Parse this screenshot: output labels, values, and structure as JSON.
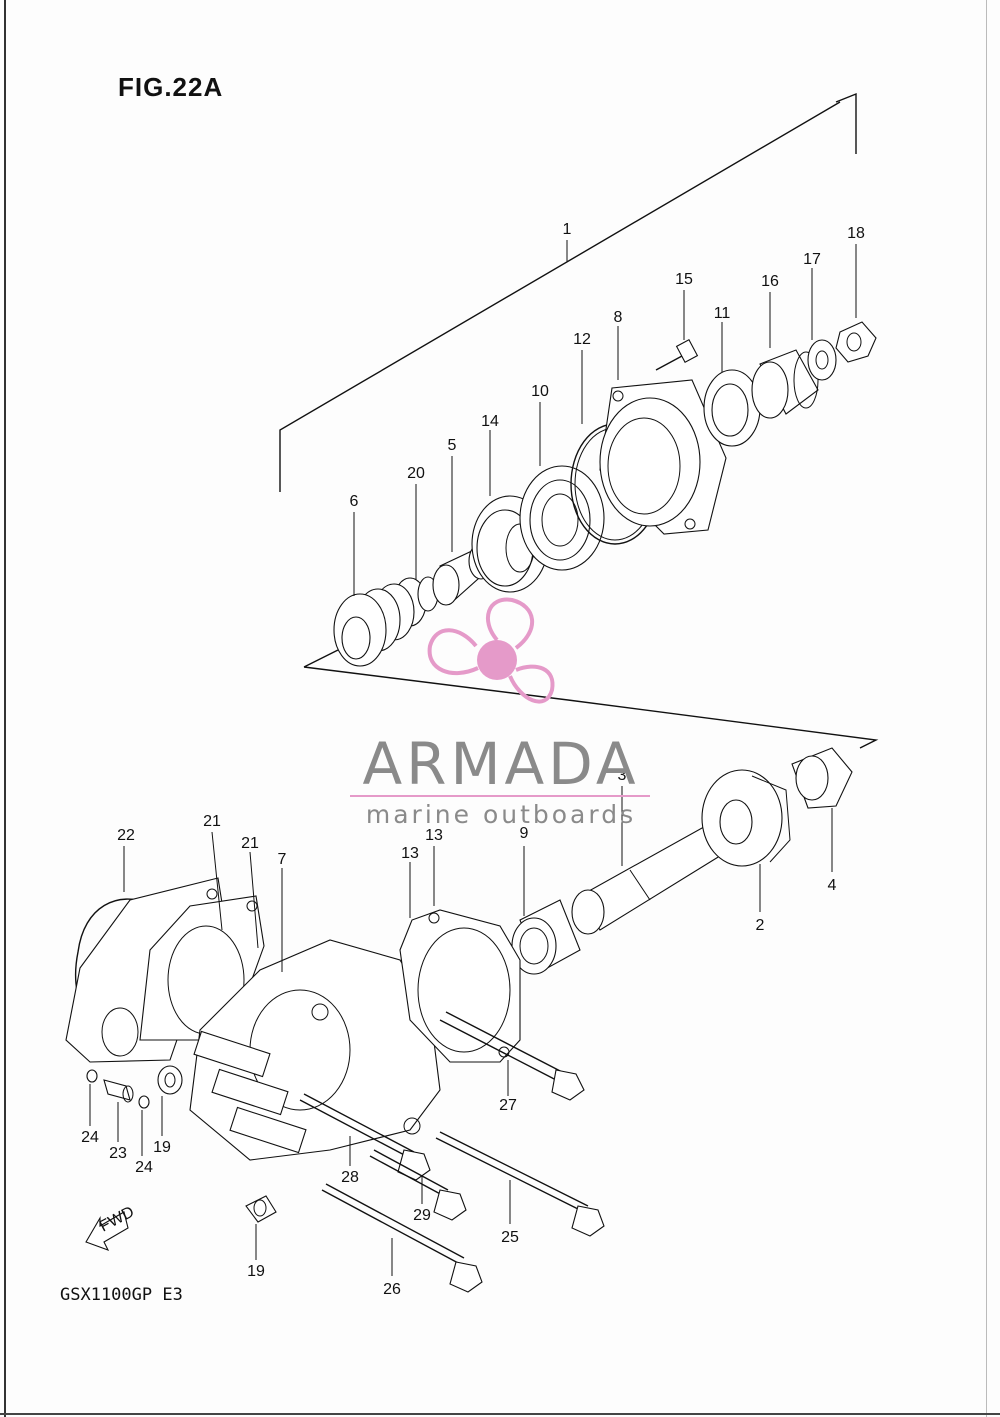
{
  "figure": {
    "title": "FIG.22A",
    "model": "GSX1100GP  E3"
  },
  "watermark": {
    "name": "ARMADA",
    "tagline": "marine outboards",
    "accent": "#e59ac9",
    "text_color": "#8a8a8a"
  },
  "fwd": {
    "label": "FWD"
  },
  "callouts": [
    "1",
    "18",
    "17",
    "16",
    "15",
    "11",
    "8",
    "12",
    "10",
    "14",
    "5",
    "20",
    "6",
    "3",
    "4",
    "2",
    "9",
    "13",
    "13",
    "7",
    "21",
    "21",
    "22",
    "27",
    "28",
    "25",
    "29",
    "26",
    "24",
    "23",
    "24",
    "19",
    "19"
  ]
}
